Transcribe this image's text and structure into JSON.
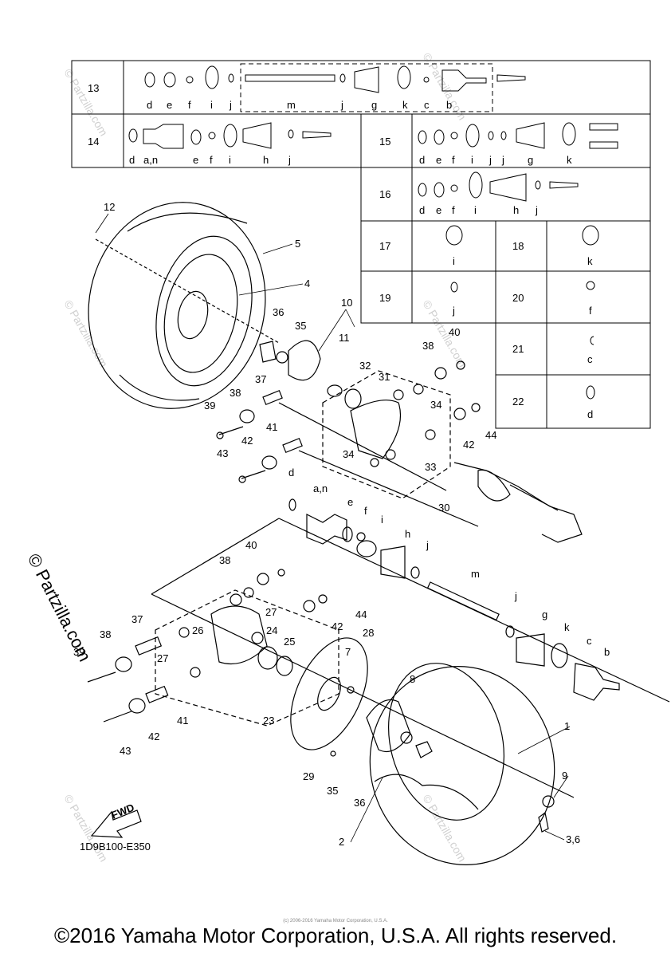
{
  "table": {
    "rows": [
      {
        "num": "13",
        "parts": [
          "d",
          "e",
          "f",
          "i",
          "j",
          "m",
          "j",
          "g",
          "k",
          "c",
          "b"
        ]
      },
      {
        "num": "14",
        "parts": [
          "d",
          "a,n",
          "e",
          "f",
          "i",
          "h",
          "j"
        ]
      },
      {
        "num": "15",
        "parts": [
          "d",
          "e",
          "f",
          "i",
          "j",
          "j",
          "g",
          "k"
        ]
      },
      {
        "num": "16",
        "parts": [
          "d",
          "e",
          "f",
          "i",
          "h",
          "j"
        ]
      },
      {
        "num": "17",
        "parts": [
          "i"
        ]
      },
      {
        "num": "18",
        "parts": [
          "k"
        ]
      },
      {
        "num": "19",
        "parts": [
          "j"
        ]
      },
      {
        "num": "20",
        "parts": [
          "f"
        ]
      },
      {
        "num": "21",
        "parts": [
          "c"
        ]
      },
      {
        "num": "22",
        "parts": [
          "d"
        ]
      }
    ]
  },
  "callouts": [
    "12",
    "5",
    "4",
    "10",
    "11",
    "36",
    "35",
    "38",
    "40",
    "32",
    "31",
    "37",
    "38",
    "39",
    "42",
    "43",
    "41",
    "34",
    "34",
    "42",
    "44",
    "33",
    "30",
    "d",
    "a,n",
    "e",
    "f",
    "i",
    "h",
    "j",
    "m",
    "j",
    "g",
    "k",
    "c",
    "b",
    "40",
    "38",
    "37",
    "38",
    "39",
    "27",
    "26",
    "27",
    "24",
    "25",
    "44",
    "42",
    "28",
    "7",
    "8",
    "1",
    "23",
    "41",
    "42",
    "43",
    "29",
    "35",
    "36",
    "9",
    "2",
    "3,6"
  ],
  "fwd_label": "FWD",
  "diagram_code": "1D9B100-E350",
  "watermark_vertical": "© Partzilla.com",
  "watermark_faint": "© Partzilla.com",
  "copyright_small": "(c) 2006-2016 Yamaha Motor Corporation, U.S.A.",
  "footer": "©2016 Yamaha Motor Corporation, U.S.A. All rights reserved."
}
